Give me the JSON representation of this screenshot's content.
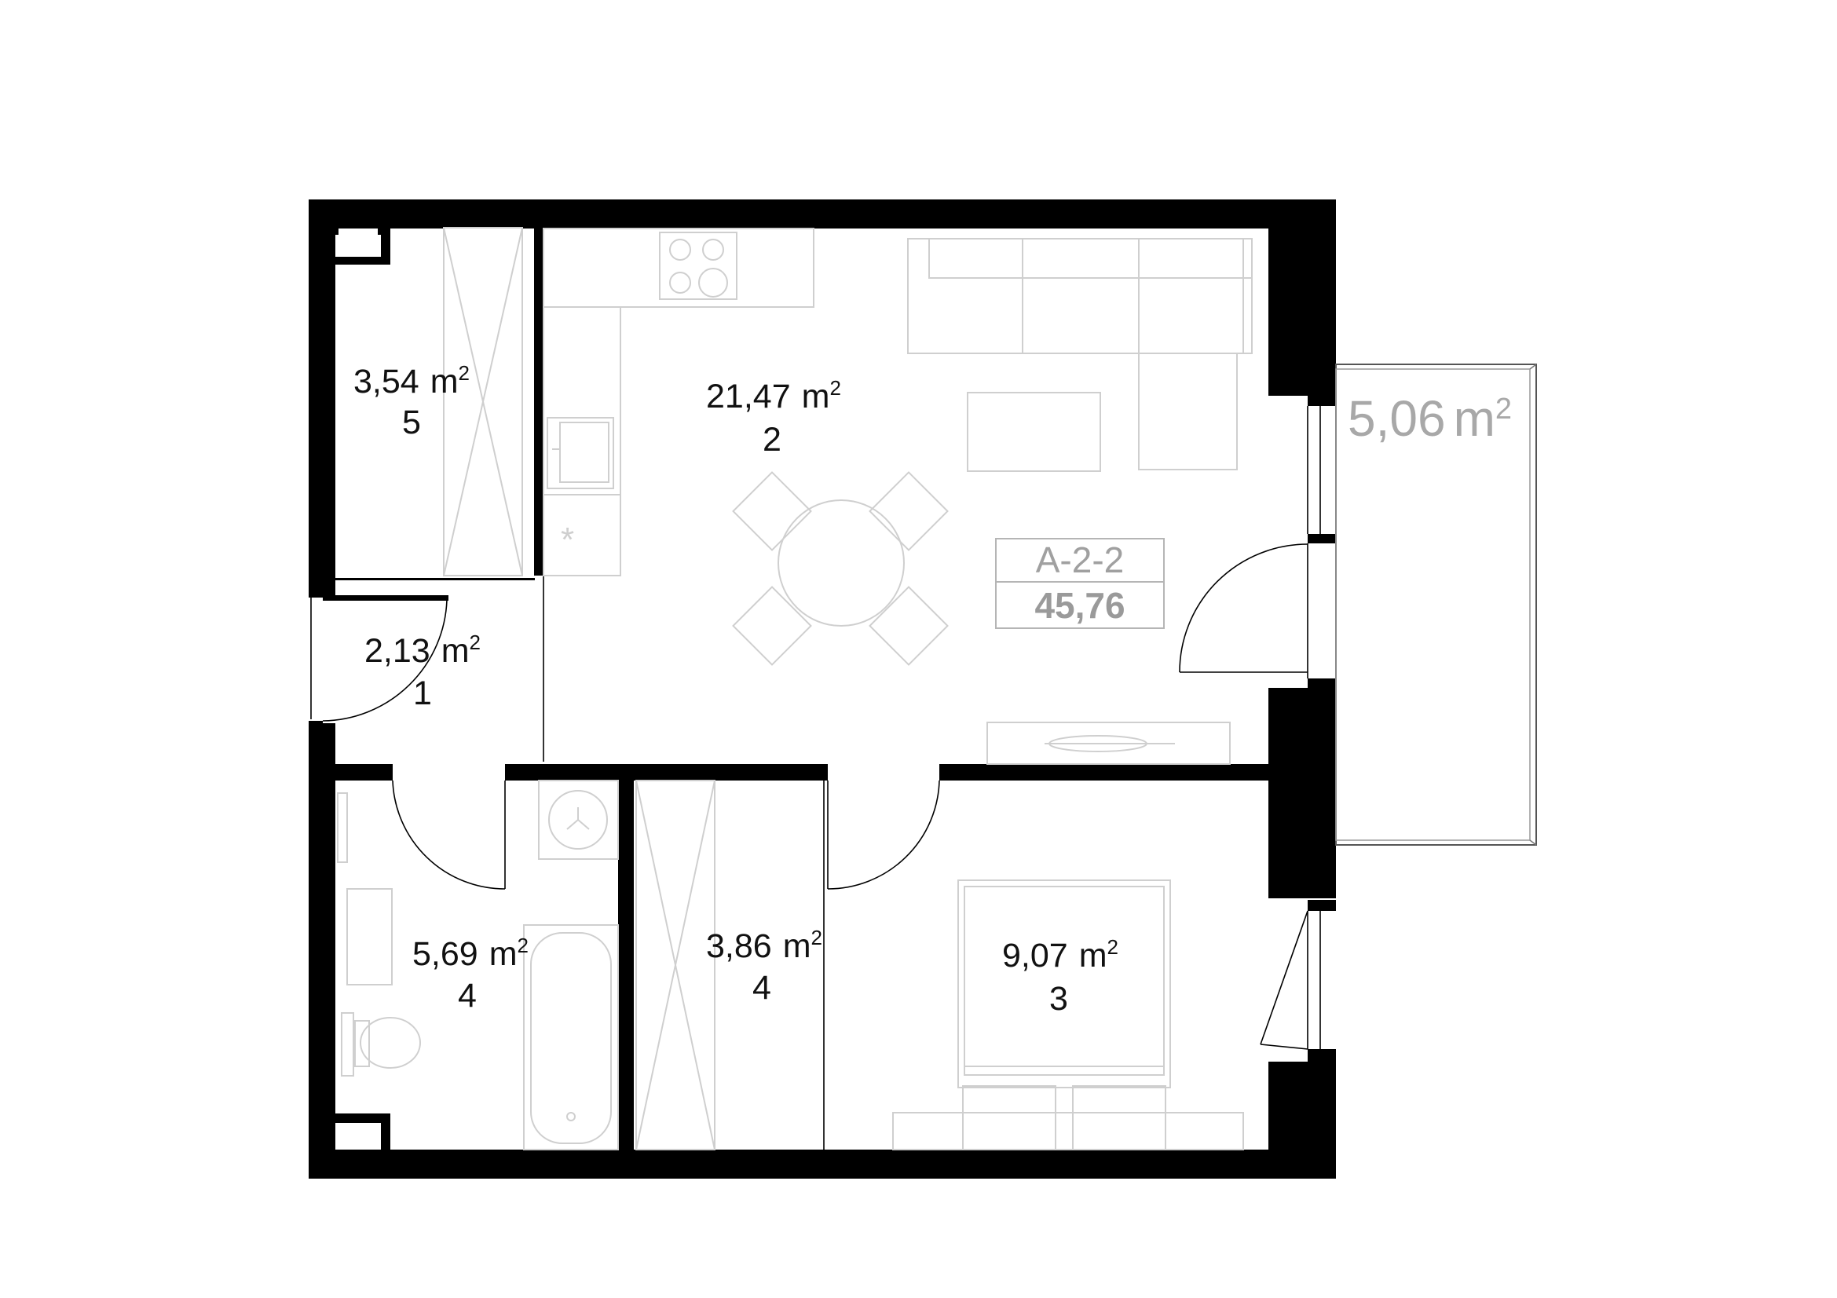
{
  "unit_code": "A-2-2",
  "total_area": "45,76",
  "area_unit": "m",
  "area_unit_exp": "2",
  "rooms": [
    {
      "id": "storage",
      "area": "3,54",
      "number": "5"
    },
    {
      "id": "living-kitchen",
      "area": "21,47",
      "number": "2"
    },
    {
      "id": "hall",
      "area": "2,13",
      "number": "1"
    },
    {
      "id": "bathroom",
      "area": "5,69",
      "number": "4"
    },
    {
      "id": "wardrobe",
      "area": "3,86",
      "number": "4"
    },
    {
      "id": "bedroom",
      "area": "9,07",
      "number": "3"
    }
  ],
  "balcony": {
    "area": "5,06",
    "unit": "m",
    "exp": "2"
  },
  "colors": {
    "wall": "#000000",
    "furniture": "#cfcfcf",
    "balcony_text": "#a8a8a8",
    "tag_text": "#a0a0a0"
  }
}
